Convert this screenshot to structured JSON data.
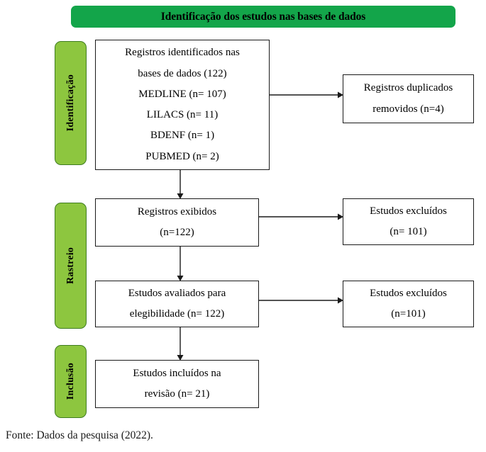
{
  "header": {
    "title": "Identificação dos estudos nas bases de dados",
    "background_color": "#13a54a"
  },
  "stages": [
    {
      "id": "identificacao",
      "label": "Identificação"
    },
    {
      "id": "rastreio",
      "label": "Rastreio"
    },
    {
      "id": "inclusao",
      "label": "Inclusão"
    }
  ],
  "stage_tab_colors": {
    "fill": "#8dc63f",
    "border": "#3f7d20"
  },
  "boxes": {
    "identified": {
      "lines": [
        "Registros identificados nas",
        "bases de dados (122)",
        "MEDLINE (n= 107)",
        "LILACS (n= 11)",
        "BDENF (n= 1)",
        "PUBMED (n= 2)"
      ]
    },
    "duplicates_removed": {
      "lines": [
        "Registros duplicados",
        "removidos (n=4)"
      ]
    },
    "screened": {
      "lines": [
        "Registros exibidos",
        "(n=122)"
      ]
    },
    "excluded_1": {
      "lines": [
        "Estudos excluídos",
        "(n= 101)"
      ]
    },
    "eligibility": {
      "lines": [
        "Estudos avaliados para",
        "elegibilidade (n= 122)"
      ]
    },
    "excluded_2": {
      "lines": [
        "Estudos excluídos",
        "(n=101)"
      ]
    },
    "included": {
      "lines": [
        "Estudos incluídos na",
        "revisão (n= 21)"
      ]
    }
  },
  "footer": {
    "caption": "Fonte: Dados da pesquisa (2022)."
  },
  "chart_data": {
    "type": "diagram",
    "diagram_kind": "prisma-flow",
    "title": "Identificação dos estudos nas bases de dados",
    "nodes": [
      {
        "id": "identified",
        "stage": "Identificação",
        "label": "Registros identificados nas bases de dados",
        "n": 122
      },
      {
        "id": "medline",
        "stage": "Identificação",
        "label": "MEDLINE",
        "n": 107
      },
      {
        "id": "lilacs",
        "stage": "Identificação",
        "label": "LILACS",
        "n": 11
      },
      {
        "id": "bdenf",
        "stage": "Identificação",
        "label": "BDENF",
        "n": 1
      },
      {
        "id": "pubmed",
        "stage": "Identificação",
        "label": "PUBMED",
        "n": 2
      },
      {
        "id": "duplicates_removed",
        "stage": "Identificação",
        "label": "Registros duplicados removidos",
        "n": 4
      },
      {
        "id": "screened",
        "stage": "Rastreio",
        "label": "Registros exibidos",
        "n": 122
      },
      {
        "id": "excluded_1",
        "stage": "Rastreio",
        "label": "Estudos excluídos",
        "n": 101
      },
      {
        "id": "eligibility",
        "stage": "Rastreio",
        "label": "Estudos avaliados para elegibilidade",
        "n": 122
      },
      {
        "id": "excluded_2",
        "stage": "Rastreio",
        "label": "Estudos excluídos",
        "n": 101
      },
      {
        "id": "included",
        "stage": "Inclusão",
        "label": "Estudos incluídos na revisão",
        "n": 21
      }
    ],
    "edges": [
      {
        "from": "identified",
        "to": "duplicates_removed",
        "direction": "right"
      },
      {
        "from": "identified",
        "to": "screened",
        "direction": "down"
      },
      {
        "from": "screened",
        "to": "excluded_1",
        "direction": "right"
      },
      {
        "from": "screened",
        "to": "eligibility",
        "direction": "down"
      },
      {
        "from": "eligibility",
        "to": "excluded_2",
        "direction": "right"
      },
      {
        "from": "eligibility",
        "to": "included",
        "direction": "down"
      }
    ],
    "source_note": "Fonte: Dados da pesquisa (2022)."
  }
}
